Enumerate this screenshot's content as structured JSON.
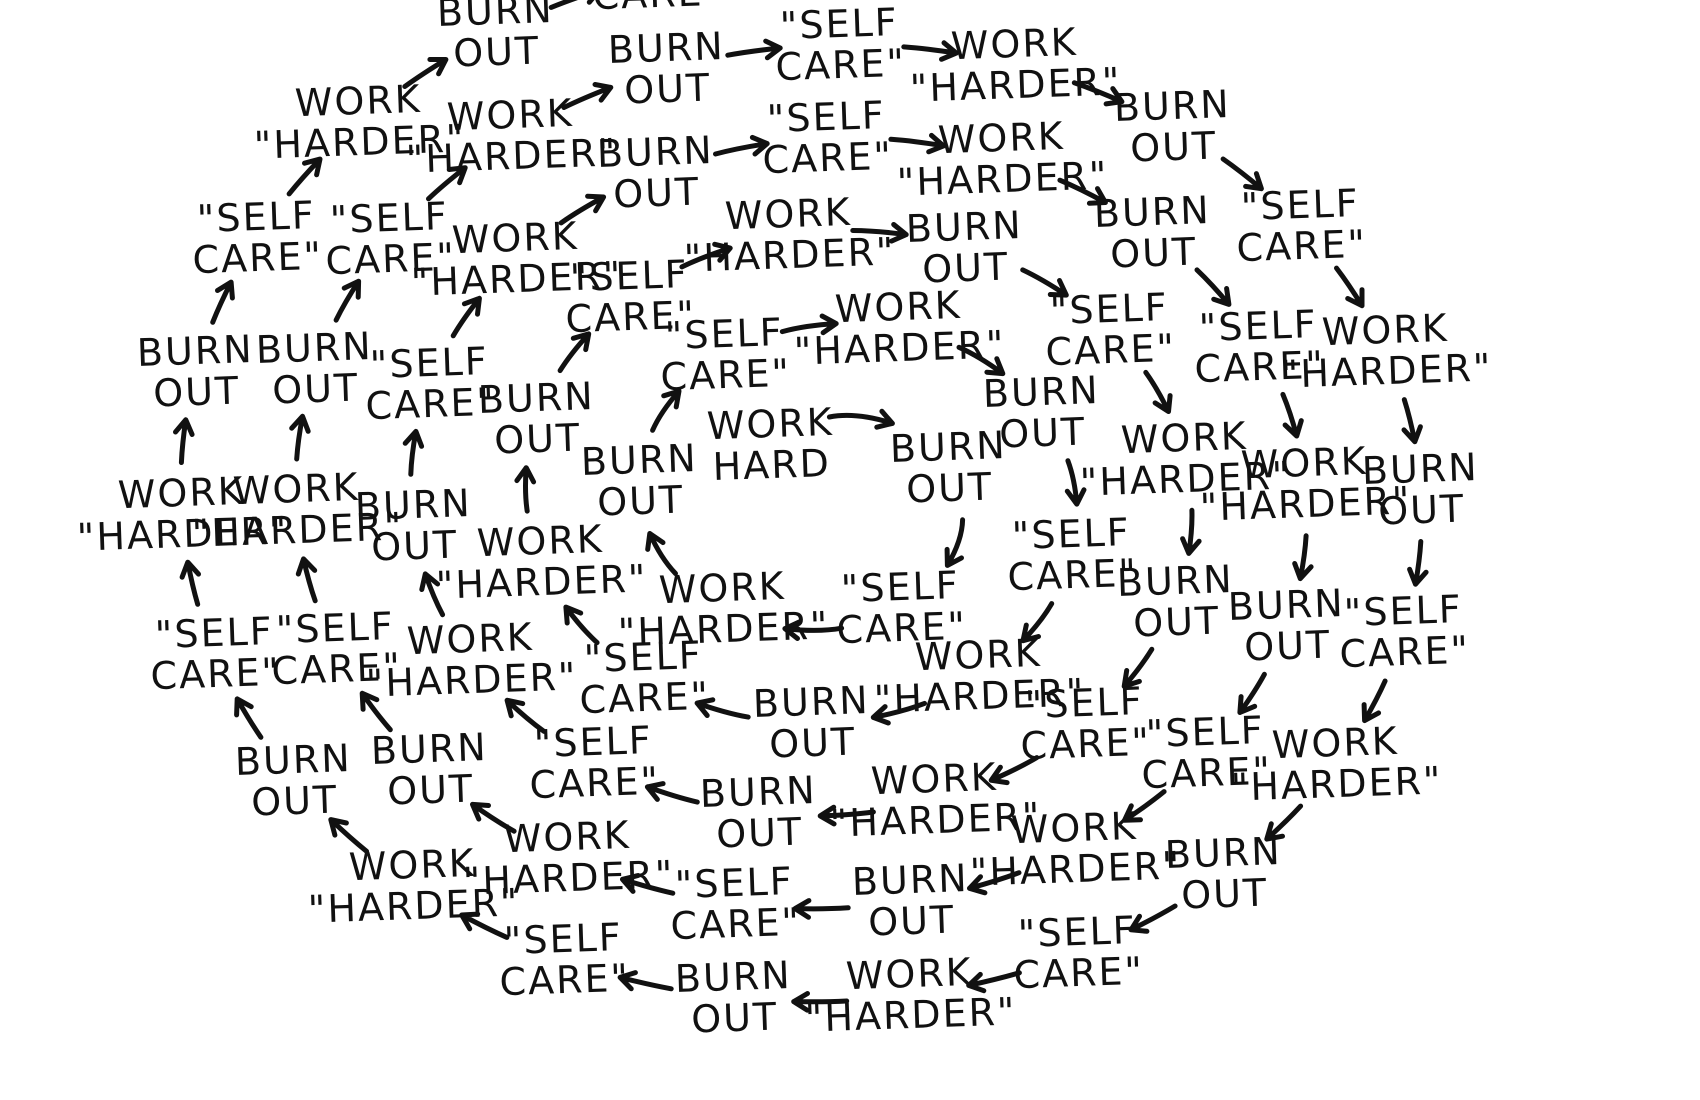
{
  "nodes": [
    {
      "text": "WORK\nHARD"
    },
    {
      "text": "BURN\nOUT"
    },
    {
      "text": "\"SELF\nCARE\""
    },
    {
      "text": "WORK\n\"HARDER\""
    },
    {
      "text": "BURN\nOUT"
    },
    {
      "text": "\"SELF\nCARE\""
    },
    {
      "text": "WORK\n\"HARDER\""
    },
    {
      "text": "BURN\nOUT"
    },
    {
      "text": "\"SELF\nCARE\""
    },
    {
      "text": "WORK\n\"HARDER\""
    },
    {
      "text": "BURN\nOUT"
    },
    {
      "text": "\"SELF\nCARE\""
    },
    {
      "text": "WORK\n\"HARDER\""
    },
    {
      "text": "BURN\nOUT"
    },
    {
      "text": "\"SELF\nCARE\""
    },
    {
      "text": "WORK\n\"HARDER\""
    },
    {
      "text": "BURN\nOUT"
    },
    {
      "text": "\"SELF\nCARE\""
    },
    {
      "text": "WORK\n\"HARDER\""
    },
    {
      "text": "BURN\nOUT"
    },
    {
      "text": "\"SELF\nCARE\""
    },
    {
      "text": "WORK\n\"HARDER\""
    },
    {
      "text": "BURN\nOUT"
    },
    {
      "text": "\"SELF\nCARE\""
    },
    {
      "text": "WORK\n\"HARDER\""
    },
    {
      "text": "BURN\nOUT"
    },
    {
      "text": "\"SELF\nCARE\""
    },
    {
      "text": "WORK\n\"HARDER\""
    },
    {
      "text": "BURN\nOUT"
    },
    {
      "text": "\"SELF\nCARE\""
    },
    {
      "text": "WORK\n\"HARDER\""
    },
    {
      "text": "BURN\nOUT"
    },
    {
      "text": "\"SELF\nCARE\""
    },
    {
      "text": "WORK\n\"HARDER\""
    },
    {
      "text": "BURN\nOUT"
    },
    {
      "text": "\"SELF\nCARE\""
    },
    {
      "text": "WORK\n\"HARDER\""
    },
    {
      "text": "BURN\nOUT"
    },
    {
      "text": "\"SELF\nCARE\""
    },
    {
      "text": "WORK\n\"HARDER\""
    },
    {
      "text": "BURN\nOUT"
    },
    {
      "text": "\"SELF\nCARE\""
    },
    {
      "text": "WORK\n\"HARDER\""
    },
    {
      "text": "BURN\nOUT"
    },
    {
      "text": "\"SELF\nCARE\""
    },
    {
      "text": "WORK\n\"HARDER\""
    },
    {
      "text": "BURN\nOUT"
    },
    {
      "text": "\"SELF\nCARE\""
    },
    {
      "text": "WORK\n\"HARDER\""
    },
    {
      "text": "BURN\nOUT"
    },
    {
      "text": "\"SELF\nCARE\""
    },
    {
      "text": "WORK\n\"HARDER\""
    },
    {
      "text": "BURN\nOUT"
    },
    {
      "text": "\"SELF\nCARE\""
    },
    {
      "text": "WORK\n\"HARDER\""
    },
    {
      "text": "BURN\nOUT"
    },
    {
      "text": "\"SELF\nCARE\""
    },
    {
      "text": "WORK\n\"HARDER\""
    },
    {
      "text": "BURN\nOUT"
    },
    {
      "text": "\"SELF\nCARE\""
    },
    {
      "text": "WORK\n\"HARDER\""
    },
    {
      "text": "BURN\nOUT"
    },
    {
      "text": "\"SELF\nCARE\""
    },
    {
      "text": "WORK\n\"HARDER\""
    },
    {
      "text": "BURN\nOUT"
    },
    {
      "text": "\"SELF\nCARE\""
    },
    {
      "text": "WORK\n\"HARDER\""
    },
    {
      "text": "BURN\nOUT"
    },
    {
      "text": "\"SELF\nCARE\""
    }
  ]
}
